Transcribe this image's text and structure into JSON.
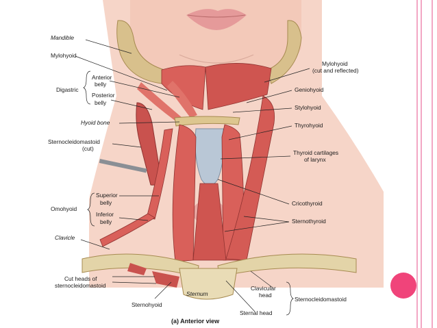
{
  "colors": {
    "stripe": "#f2a7c4",
    "dot": "#f0447a",
    "muscle": "#d9605a",
    "bone": "#d8c08c",
    "skin": "#f6d5c8"
  },
  "labels": {
    "mandible": "Mandible",
    "mylohyoid": "Mylohyoid",
    "digastric": "Digastric",
    "anterior": "Anterior",
    "belly1": "belly",
    "posterior": "Posterior",
    "belly2": "belly",
    "hyoid_bone": "Hyoid bone",
    "scm_line1": "Sternocleidomastoid",
    "scm_line2": "(cut)",
    "omohyoid": "Omohyoid",
    "superior": "Superior",
    "belly3": "belly",
    "inferior": "Inferior",
    "belly4": "belly",
    "clavicle": "Clavicle",
    "cut_heads_line1": "Cut heads of",
    "cut_heads_line2": "sternocleidomastoid",
    "sternohyoid": "Sternohyoid",
    "sternum": "Sternum",
    "sternal_head": "Sternal head",
    "clavicular": "Clavicular",
    "head": "head",
    "scm_right": "Sternocleidomastoid",
    "mylohyoid_r_line1": "Mylohyoid",
    "mylohyoid_r_line2": "(cut and reflected)",
    "geniohyoid": "Geniohyoid",
    "stylohyoid": "Stylohyoid",
    "thyrohyoid": "Thyrohyoid",
    "thyroid_line1": "Thyroid cartilages",
    "thyroid_line2": "of larynx",
    "cricothyroid": "Cricothyroid",
    "sternothyroid": "Sternothyroid",
    "caption": "(a) Anterior view"
  }
}
